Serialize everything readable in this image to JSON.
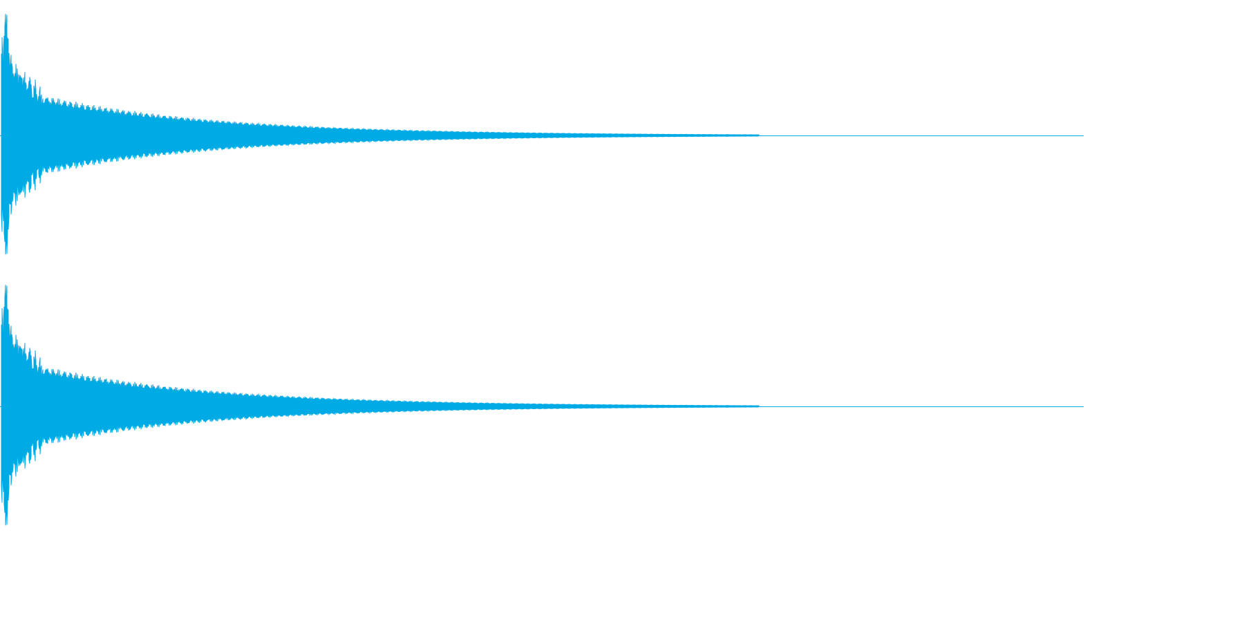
{
  "waveform": {
    "color": "#00aae4",
    "background": "#ffffff",
    "channel_count": 2,
    "channels": [
      {
        "label": "",
        "peak_amplitude": 0.96,
        "decay_shape": "exponential",
        "sustained_level_after_transient": 0.31,
        "audible_tail_fraction": 0.7
      },
      {
        "label": "",
        "peak_amplitude": 0.96,
        "decay_shape": "exponential",
        "sustained_level_after_transient": 0.31,
        "audible_tail_fraction": 0.7
      }
    ]
  }
}
